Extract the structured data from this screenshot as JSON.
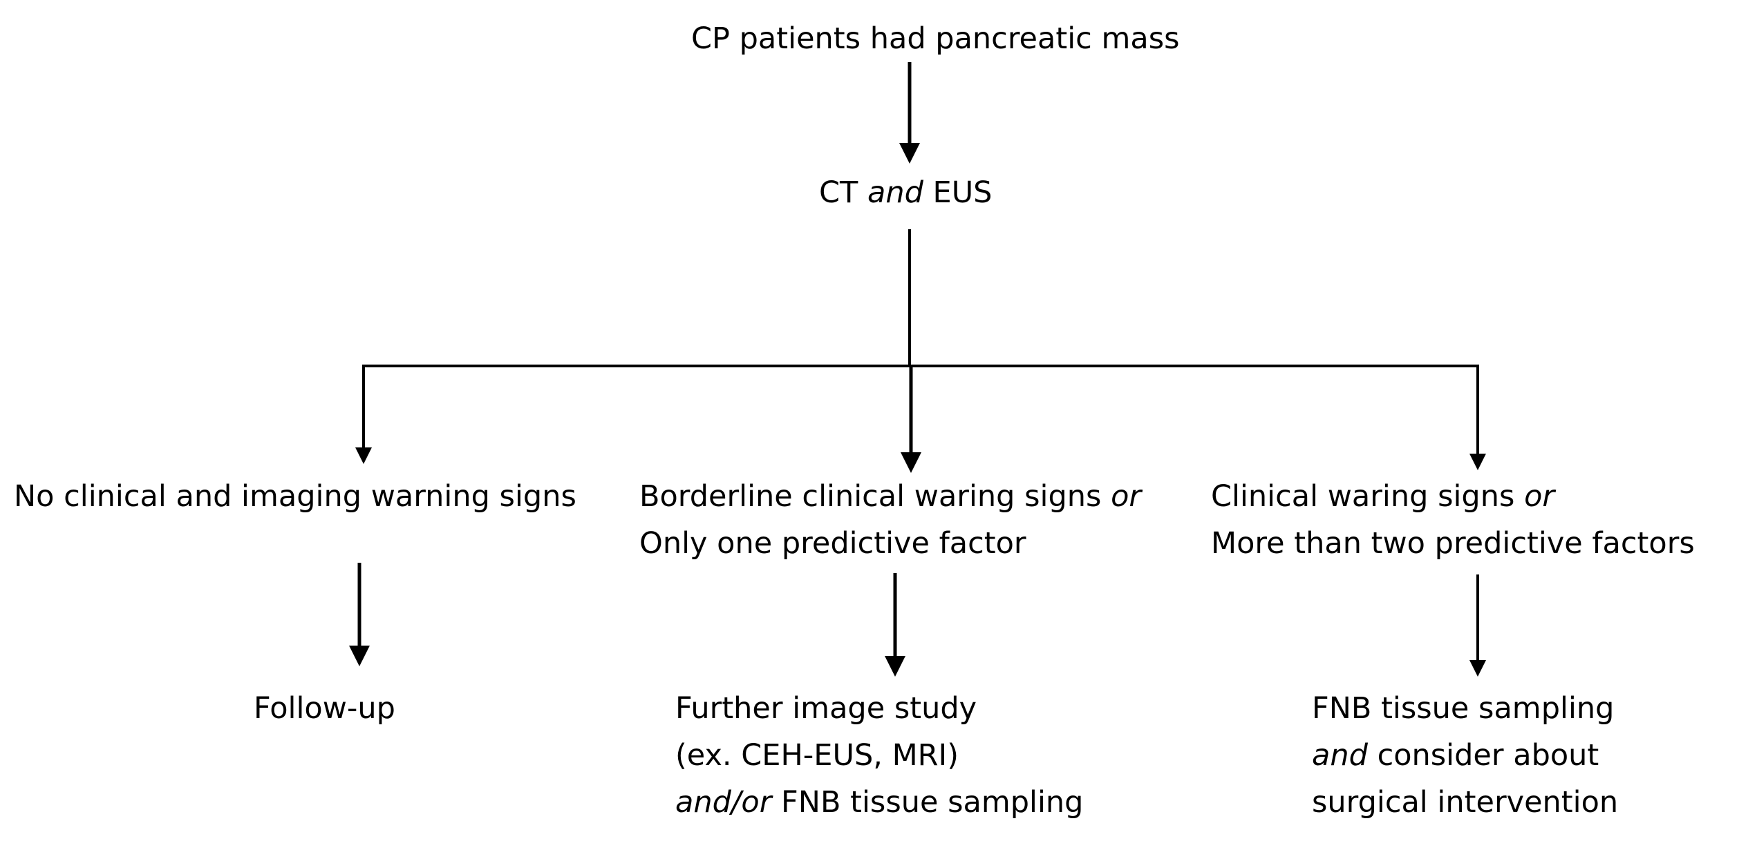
{
  "nodes": {
    "root": "CP patients had pancreatic mass",
    "imaging": {
      "a": "CT ",
      "em": "and",
      "b": " EUS"
    },
    "left": "No clinical and imaging warning signs",
    "middle": {
      "l1a": "Borderline clinical waring signs ",
      "l1em": "or",
      "l2": "Only one predictive factor"
    },
    "right": {
      "l1a": "Clinical waring signs ",
      "l1em": "or",
      "l2": "More than two predictive factors"
    },
    "follow": "Follow-up",
    "further": {
      "l1": "Further image study",
      "l2": "(ex. CEH-EUS, MRI)",
      "l3em": "and/or",
      "l3b": " FNB tissue sampling"
    },
    "fnb": {
      "l1": "FNB tissue sampling",
      "l2em": "and",
      "l2b": " consider about",
      "l3": "surgical intervention"
    }
  }
}
